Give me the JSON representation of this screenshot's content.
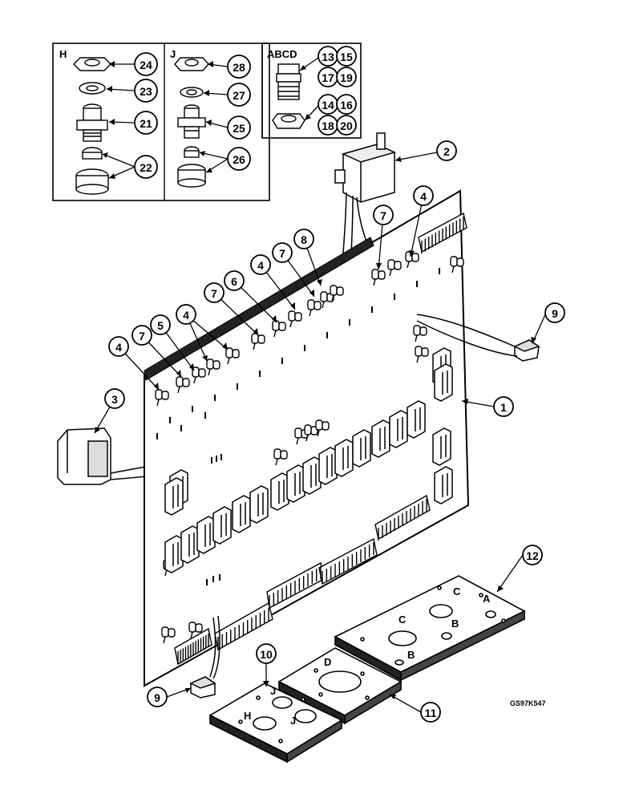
{
  "inset_panels": [
    {
      "id": "H",
      "label": "H"
    },
    {
      "id": "J",
      "label": "J"
    },
    {
      "id": "ABCD",
      "label": "ABCD"
    }
  ],
  "callouts": [
    {
      "id": "c24",
      "text": "24"
    },
    {
      "id": "c23",
      "text": "23"
    },
    {
      "id": "c21",
      "text": "21"
    },
    {
      "id": "c22",
      "text": "22"
    },
    {
      "id": "c28",
      "text": "28"
    },
    {
      "id": "c27",
      "text": "27"
    },
    {
      "id": "c25",
      "text": "25"
    },
    {
      "id": "c26",
      "text": "26"
    },
    {
      "id": "c13",
      "text": "13"
    },
    {
      "id": "c15",
      "text": "15"
    },
    {
      "id": "c17",
      "text": "17"
    },
    {
      "id": "c19",
      "text": "19"
    },
    {
      "id": "c14",
      "text": "14"
    },
    {
      "id": "c16",
      "text": "16"
    },
    {
      "id": "c18",
      "text": "18"
    },
    {
      "id": "c20",
      "text": "20"
    },
    {
      "id": "c2",
      "text": "2"
    },
    {
      "id": "c4a",
      "text": "4"
    },
    {
      "id": "c7a",
      "text": "7"
    },
    {
      "id": "c8",
      "text": "8"
    },
    {
      "id": "c7b",
      "text": "7"
    },
    {
      "id": "c4b",
      "text": "4"
    },
    {
      "id": "c6",
      "text": "6"
    },
    {
      "id": "c7c",
      "text": "7"
    },
    {
      "id": "c4c",
      "text": "4"
    },
    {
      "id": "c5",
      "text": "5"
    },
    {
      "id": "c7d",
      "text": "7"
    },
    {
      "id": "c4d",
      "text": "4"
    },
    {
      "id": "c9a",
      "text": "9"
    },
    {
      "id": "c3",
      "text": "3"
    },
    {
      "id": "c1",
      "text": "1"
    },
    {
      "id": "c12",
      "text": "12"
    },
    {
      "id": "c10",
      "text": "10"
    },
    {
      "id": "c11",
      "text": "11"
    },
    {
      "id": "c9b",
      "text": "9"
    }
  ],
  "plate_hole_labels": {
    "a": "A",
    "b1": "B",
    "b2": "B",
    "c1": "C",
    "c2": "C",
    "d": "D",
    "j1": "J",
    "j2": "J",
    "h": "H"
  },
  "drawing_code": "GS97K547"
}
